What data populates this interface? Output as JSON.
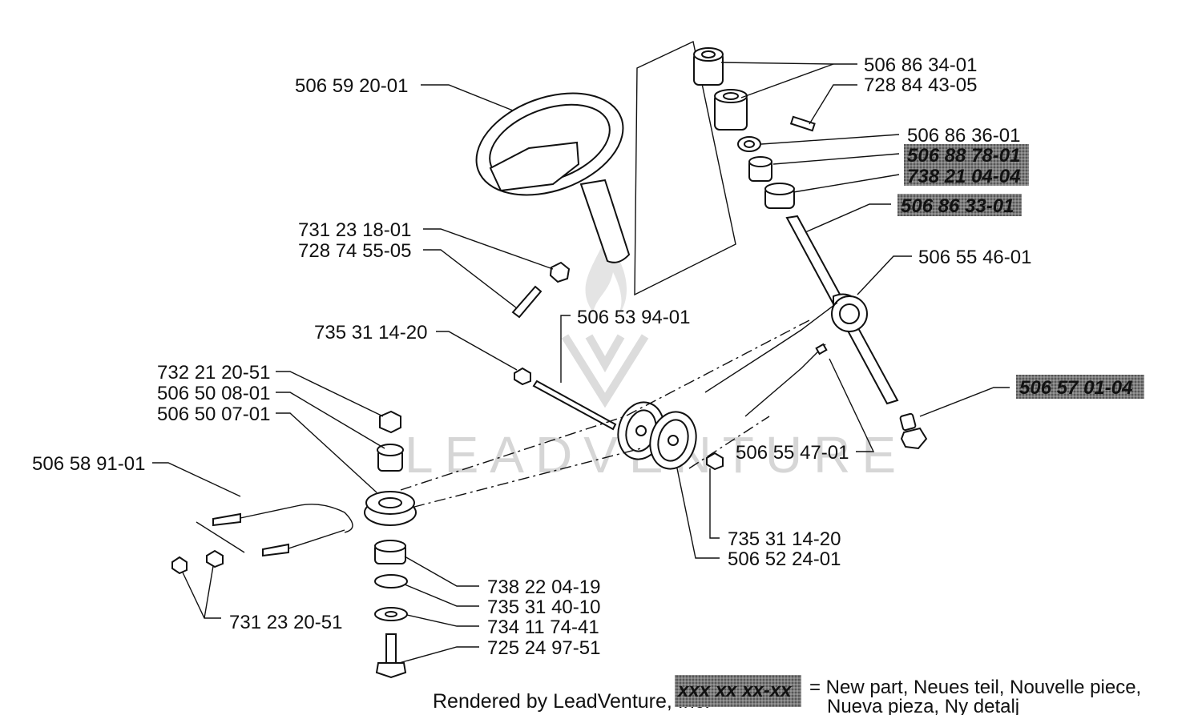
{
  "watermark": "LEADVENTURE",
  "labels": {
    "p1": "506 86 34-01",
    "p2": "728 84 43-05",
    "p3": "506 86 36-01",
    "p4": "506 88 78-01",
    "p5": "738 21 04-04",
    "p6": "506 86 33-01",
    "p7": "506 55 46-01",
    "p8": "506 57 01-04",
    "p9": "506 55 47-01",
    "p10": "506 59 20-01",
    "p11": "731 23 18-01",
    "p12": "728 74 55-05",
    "p13": "506 53 94-01",
    "p14": "735 31 14-20",
    "p15": "732 21 20-51",
    "p16": "506 50 08-01",
    "p17": "506 50 07-01",
    "p18": "506 58 91-01",
    "p19": "735 31 14-20",
    "p20": "506 52 24-01",
    "p21": "738 22 04-19",
    "p22": "735 31 40-10",
    "p23": "734 11 74-41",
    "p24": "725 24 97-51",
    "p25": "731 23 20-51"
  },
  "footer": {
    "rendered_by": "Rendered by LeadVenture, Inc.",
    "legend_sample": "xxx xx xx-xx",
    "legend_line1": "= New part, Neues teil, Nouvelle piece,",
    "legend_line2": "Nueva pieza, Ny detalj"
  }
}
